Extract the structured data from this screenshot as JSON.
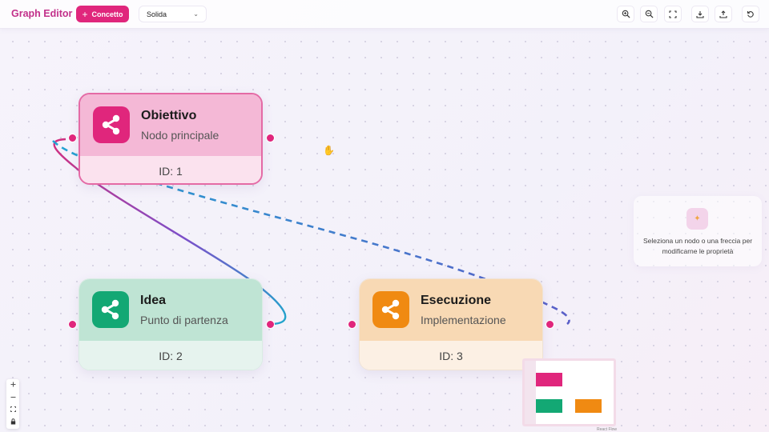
{
  "app": {
    "title": "Graph Editor"
  },
  "toolbar": {
    "add_label": "Concetto",
    "style_value": "Solida",
    "tools": [
      {
        "name": "zoom-in-icon"
      },
      {
        "name": "zoom-out-icon"
      },
      {
        "name": "fit-view-icon"
      },
      {
        "name": "download-icon"
      },
      {
        "name": "upload-icon"
      },
      {
        "name": "reset-icon"
      }
    ]
  },
  "nodes": [
    {
      "title": "Obiettivo",
      "subtitle": "Nodo principale",
      "id_label": "ID: 1",
      "color": "#e0267c",
      "icon": "share-icon"
    },
    {
      "title": "Idea",
      "subtitle": "Punto di partenza",
      "id_label": "ID: 2",
      "color": "#13a874",
      "icon": "share-icon"
    },
    {
      "title": "Esecuzione",
      "subtitle": "Implementazione",
      "id_label": "ID: 3",
      "color": "#f08a12",
      "icon": "share-icon"
    }
  ],
  "edges": [
    {
      "from": "ID: 1",
      "to": "ID: 2",
      "style": "solid",
      "colors": [
        "#d2307f",
        "#7b4fc9",
        "#20a6cc"
      ]
    },
    {
      "from": "ID: 1",
      "to": "ID: 3",
      "style": "dashed",
      "colors": [
        "#22a3d2",
        "#5a5fc8"
      ]
    }
  ],
  "panel": {
    "message": "Seleziona un nodo o una freccia per modificarne le proprietà",
    "icon": "sparkle-icon"
  },
  "controls": [
    {
      "name": "zoom-in-control",
      "glyph": "+"
    },
    {
      "name": "zoom-out-control",
      "glyph": "−"
    },
    {
      "name": "fit-view-control",
      "glyph": "⛶"
    },
    {
      "name": "lock-control",
      "glyph": "🔒"
    }
  ],
  "minimap": {
    "attribution": "React Flow"
  },
  "colors": {
    "accent": "#e0267c",
    "brand": "#c2308a"
  }
}
